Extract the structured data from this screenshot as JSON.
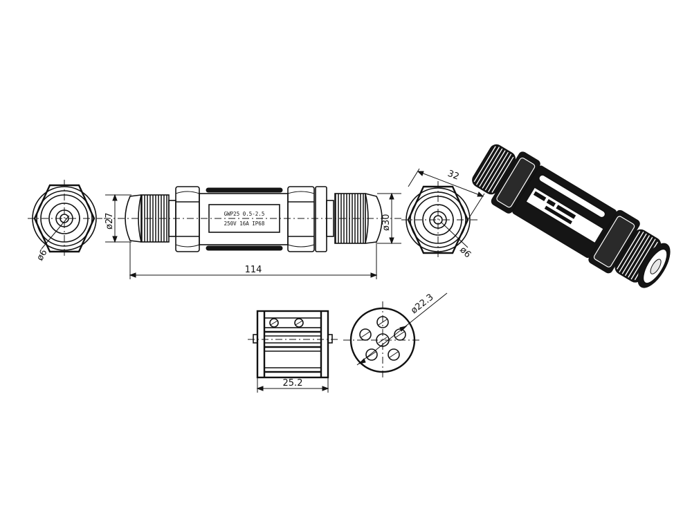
{
  "dimensions": {
    "end_hole_left": "ø6",
    "body_diameter": "ø27",
    "overall_length": "114",
    "max_diameter": "ø30",
    "hex_across": "32",
    "end_hole_right": "ø6",
    "terminal_width": "25.2",
    "pin_circle": "ø22.3"
  },
  "body_label": {
    "line1": "GWP25 0.5-2.5",
    "line2": "250V 16A IP68"
  }
}
